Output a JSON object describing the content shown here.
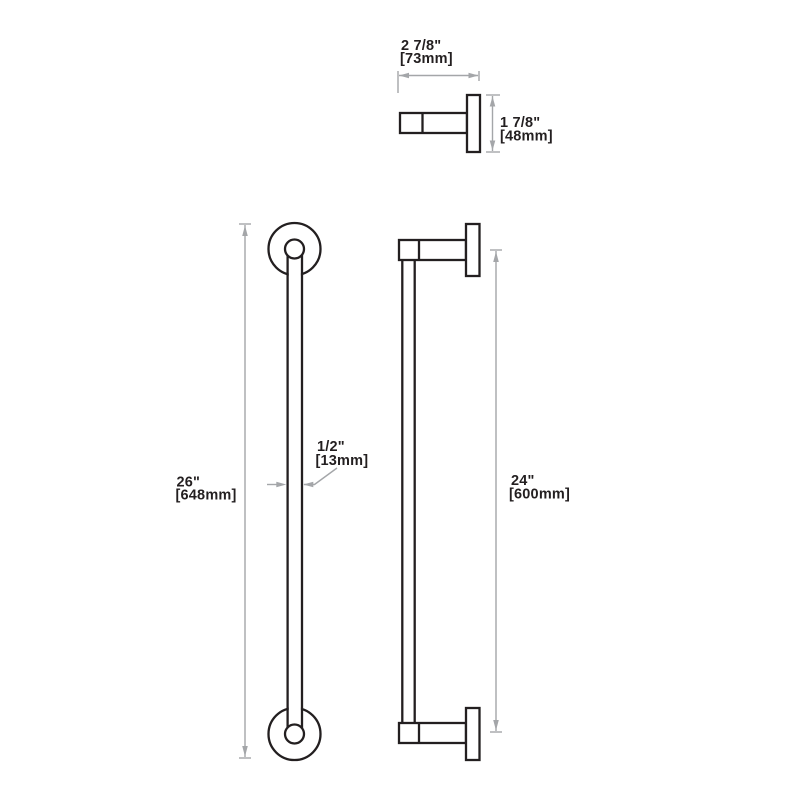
{
  "dimensions": {
    "projection": {
      "imperial": "2 7/8\"",
      "metric": "[73mm]"
    },
    "flange_diameter": {
      "imperial": "1 7/8\"",
      "metric": "[48mm]"
    },
    "overall_length": {
      "imperial": "26\"",
      "metric": "[648mm]"
    },
    "bar_diameter": {
      "imperial": "1/2\"",
      "metric": "[13mm]"
    },
    "bar_center_length": {
      "imperial": "24\"",
      "metric": "[600mm]"
    }
  },
  "colors": {
    "object_line": "#231f20",
    "dimension_line": "#a4a6a9",
    "text": "#231f20",
    "background": "#ffffff"
  }
}
